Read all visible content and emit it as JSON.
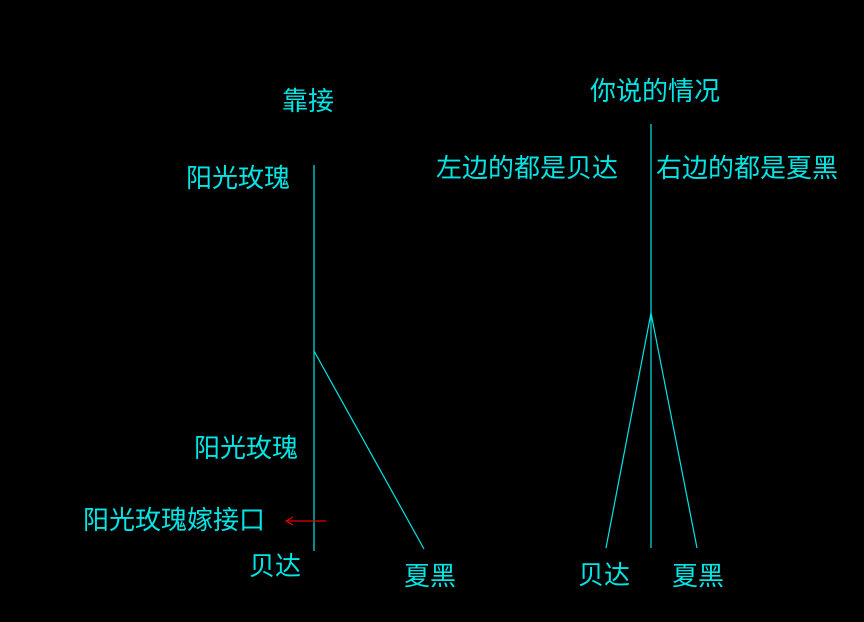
{
  "colors": {
    "background": "#000000",
    "line": "#00E5E5",
    "text": "#00E5E5",
    "arrow": "#E00000"
  },
  "left_diagram": {
    "title": "靠接",
    "top_label": "阳光玫瑰",
    "mid_label": "阳光玫瑰",
    "graft_label": "阳光玫瑰嫁接口",
    "bottom_left_label": "贝达",
    "bottom_right_label": "夏黑"
  },
  "right_diagram": {
    "title": "你说的情况",
    "left_side_label": "左边的都是贝达",
    "right_side_label": "右边的都是夏黑",
    "bottom_left_label": "贝达",
    "bottom_right_label": "夏黑"
  }
}
